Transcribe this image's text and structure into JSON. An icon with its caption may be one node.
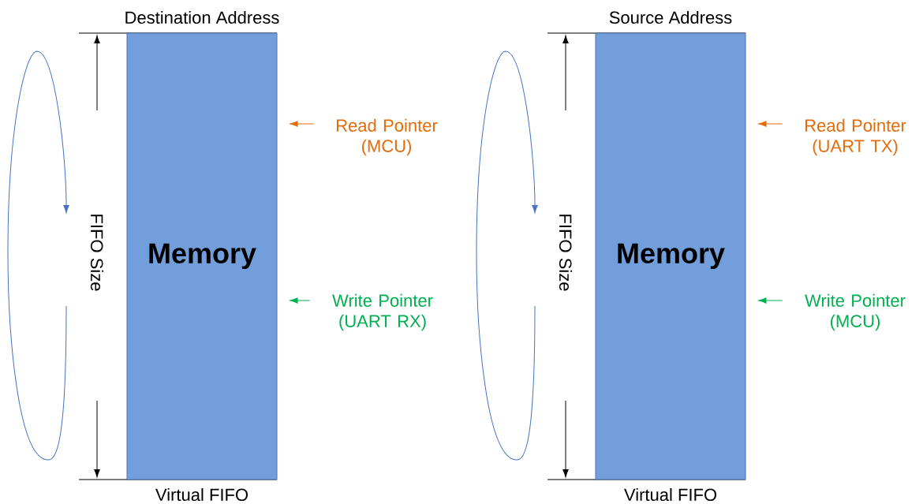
{
  "diagram": {
    "nodes": [
      {
        "text": [
          "Memory"
        ],
        "beside": [
          "Destination Address",
          "Virtual FIFO"
        ]
      },
      {
        "text": [
          "Read Pointer (MCU)"
        ]
      },
      {
        "text": [
          "Write Pointer (UART RX)"
        ]
      },
      {
        "text": [
          "Memory"
        ],
        "beside": [
          "Source Address",
          "Virtual FIFO"
        ]
      },
      {
        "text": [
          "Read Pointer (UART TX)"
        ]
      },
      {
        "text": [
          "Write Pointer (MCU)"
        ]
      }
    ],
    "edges": [
      {
        "from": 1,
        "to": 0,
        "arrow": "to",
        "color": "#e46c0a"
      },
      {
        "from": 2,
        "to": 0,
        "arrow": "to",
        "color": "#00b050"
      },
      {
        "from": 4,
        "to": 3,
        "arrow": "to",
        "color": "#e46c0a"
      },
      {
        "from": 5,
        "to": 3,
        "arrow": "to",
        "color": "#00b050"
      }
    ],
    "labels": [
      "FIFO Size",
      "FIFO Size"
    ]
  }
}
